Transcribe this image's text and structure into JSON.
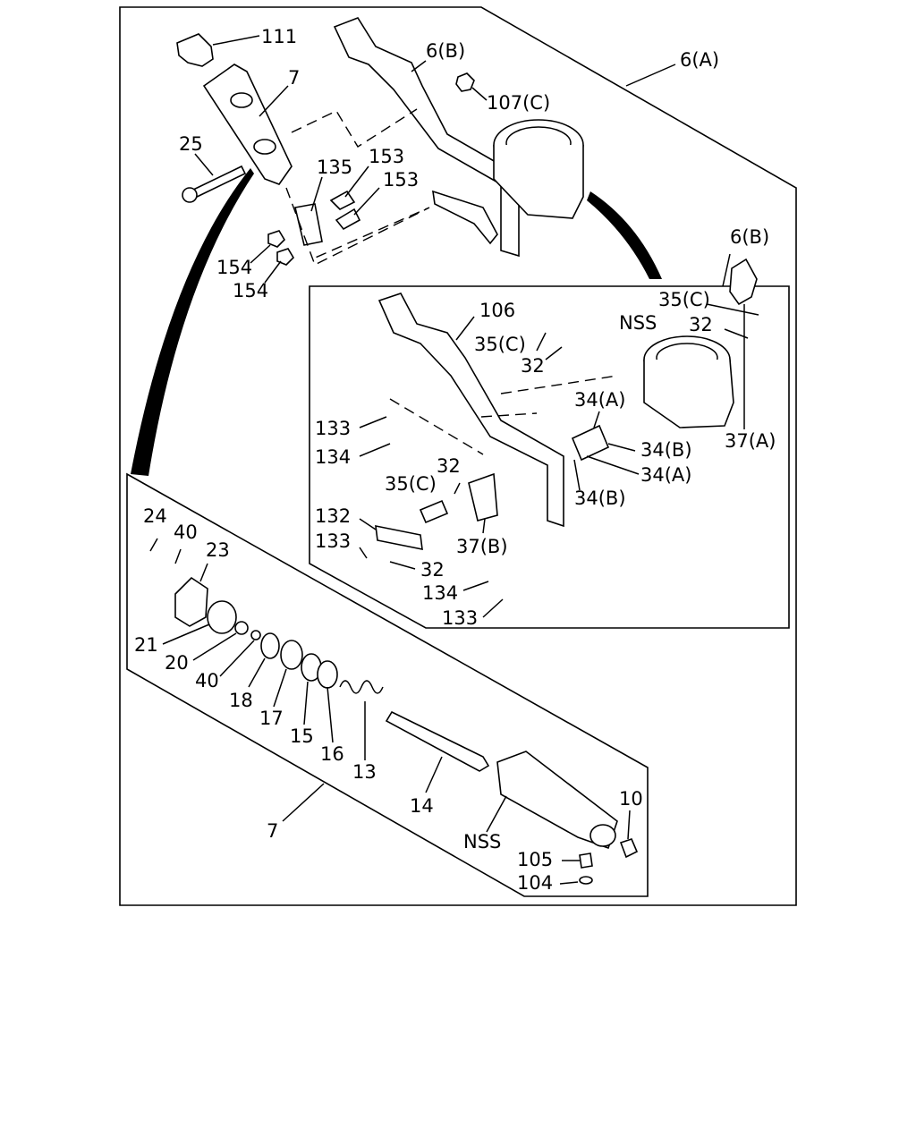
{
  "colors": {
    "ink": "#000000",
    "paper": "#ffffff"
  },
  "labels": {
    "p111": "111",
    "p7_top": "7",
    "p6b_top": "6(B)",
    "p6a": "6(A)",
    "p107c": "107(C)",
    "p25": "25",
    "p135": "135",
    "p153a": "153",
    "p153b": "153",
    "p154a": "154",
    "p154b": "154",
    "p6b_inset": "6(B)",
    "p106": "106",
    "p35c_a": "35(C)",
    "p35c_b": "35(C)",
    "p35c_c": "35(C)",
    "pnss_a": "NSS",
    "p32_a": "32",
    "p32_b": "32",
    "p32_c": "32",
    "p32_d": "32",
    "p34a_a": "34(A)",
    "p34a_b": "34(A)",
    "p34b_a": "34(B)",
    "p34b_b": "34(B)",
    "p37a": "37(A)",
    "p37b": "37(B)",
    "p133_a": "133",
    "p133_b": "133",
    "p133_c": "133",
    "p134_a": "134",
    "p134_b": "134",
    "p132": "132",
    "p24": "24",
    "p40_a": "40",
    "p40_b": "40",
    "p23": "23",
    "p21": "21",
    "p20": "20",
    "p18": "18",
    "p17": "17",
    "p15": "15",
    "p16": "16",
    "p13": "13",
    "p14": "14",
    "p7_bottom": "7",
    "pnss_b": "NSS",
    "p10": "10",
    "p105": "105",
    "p104": "104"
  }
}
